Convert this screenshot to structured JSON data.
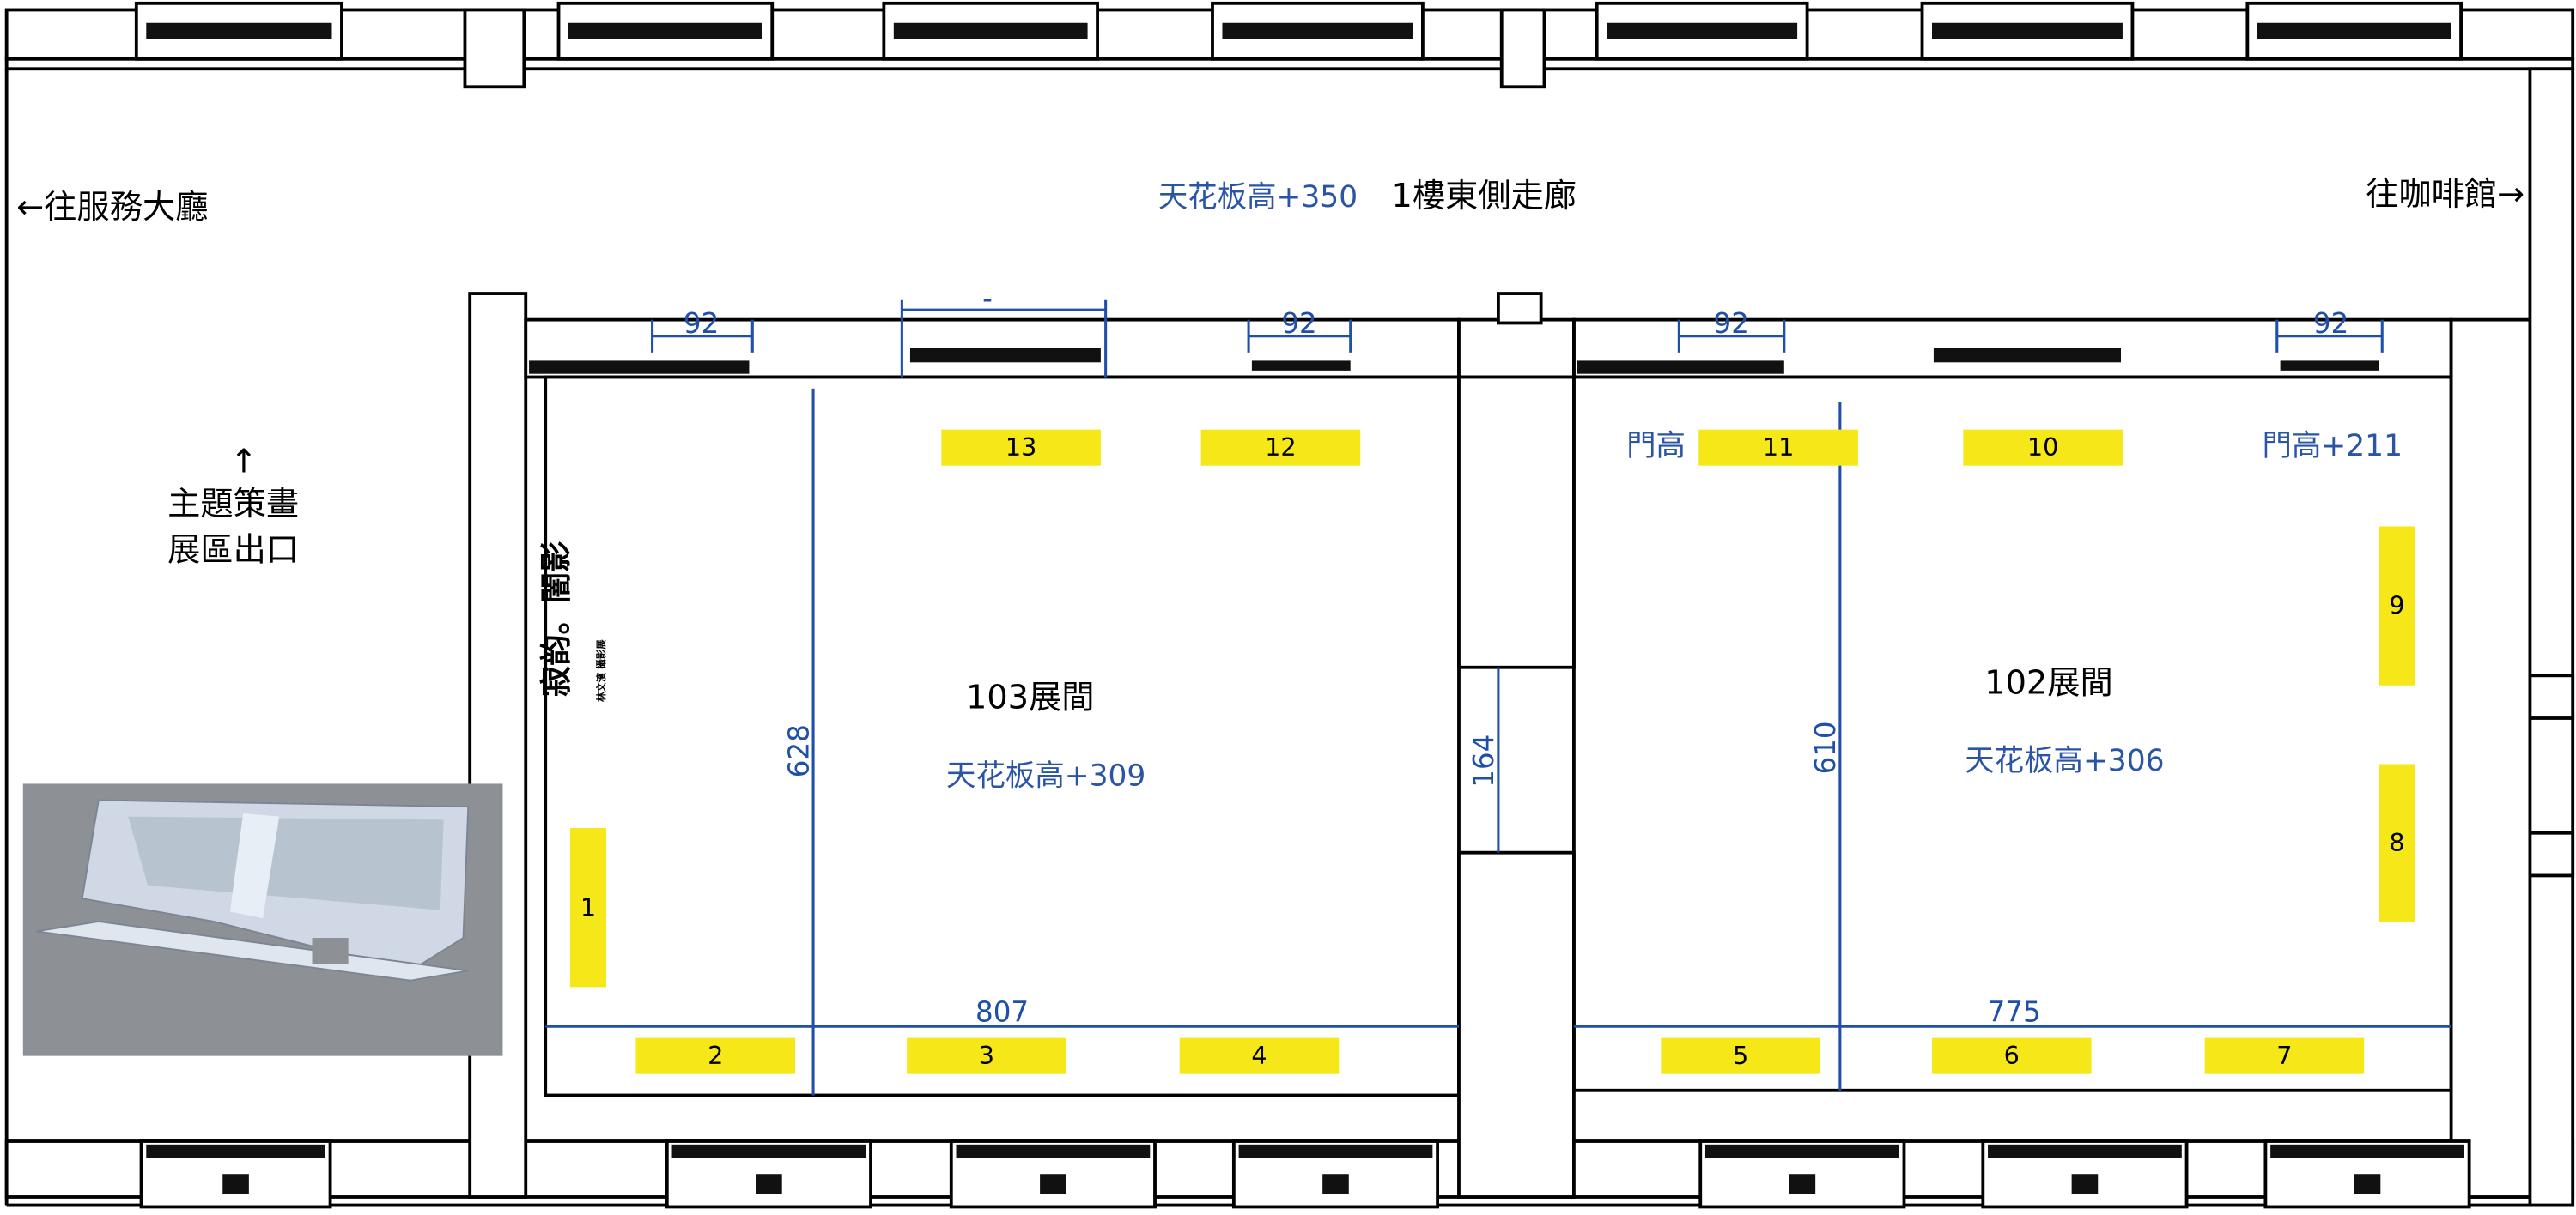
{
  "corridor": {
    "title": "1樓東側走廊",
    "ceiling": "天花板高+350",
    "left_exit": "←往服務大廳",
    "right_exit": "往咖啡館→"
  },
  "exit_note": {
    "arrow": "↑",
    "line1": "主題策畫",
    "line2": "展區出口"
  },
  "rooms": [
    {
      "name": "103展間",
      "ceiling": "天花板高+309"
    },
    {
      "name": "102展間",
      "ceiling": "天花板高+306"
    }
  ],
  "door_height": {
    "label_partial": "門高",
    "label": "門高+211"
  },
  "exhibit_title": {
    "main": "寂韵。闇影",
    "sub": "林文濱 攝影展"
  },
  "dimensions": {
    "door_a": "92",
    "door_b": "92",
    "door_c": "92",
    "door_d": "92",
    "window_dash": "-",
    "room103_depth": "628",
    "pillar_gap": "164",
    "room102_depth": "610",
    "room103_width": "807",
    "room102_width": "775"
  },
  "panels": [
    "1",
    "2",
    "3",
    "4",
    "5",
    "6",
    "7",
    "8",
    "9",
    "10",
    "11",
    "12",
    "13"
  ],
  "colors": {
    "dimension": "#1f4fa8",
    "panel": "#f6e719"
  }
}
